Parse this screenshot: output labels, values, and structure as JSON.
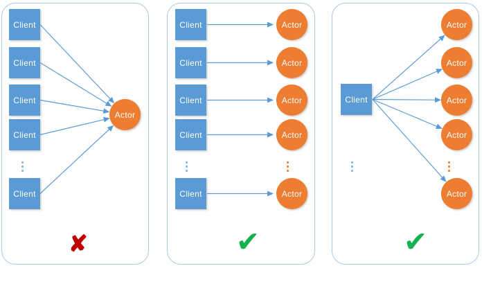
{
  "colors": {
    "client_fill": "#5B9BD5",
    "actor_fill": "#ED7D31",
    "arrow_blue": "#5B9BD5",
    "panel_border": "#AAC7E9",
    "cross_red": "#C00000",
    "check_green": "#17B152"
  },
  "panels": [
    {
      "layout": "many-clients-to-one-actor",
      "clients": [
        "Client",
        "Client",
        "Client",
        "Client",
        "Client"
      ],
      "actors": [
        "Actor"
      ],
      "verdict": "rejected",
      "verdict_glyph": "✘"
    },
    {
      "layout": "one-client-per-actor",
      "clients": [
        "Client",
        "Client",
        "Client",
        "Client",
        "Client"
      ],
      "actors": [
        "Actor",
        "Actor",
        "Actor",
        "Actor",
        "Actor"
      ],
      "verdict": "approved",
      "verdict_glyph": "✔"
    },
    {
      "layout": "one-client-to-many-actors",
      "clients": [
        "Client"
      ],
      "actors": [
        "Actor",
        "Actor",
        "Actor",
        "Actor",
        "Actor"
      ],
      "verdict": "approved",
      "verdict_glyph": "✔"
    }
  ]
}
